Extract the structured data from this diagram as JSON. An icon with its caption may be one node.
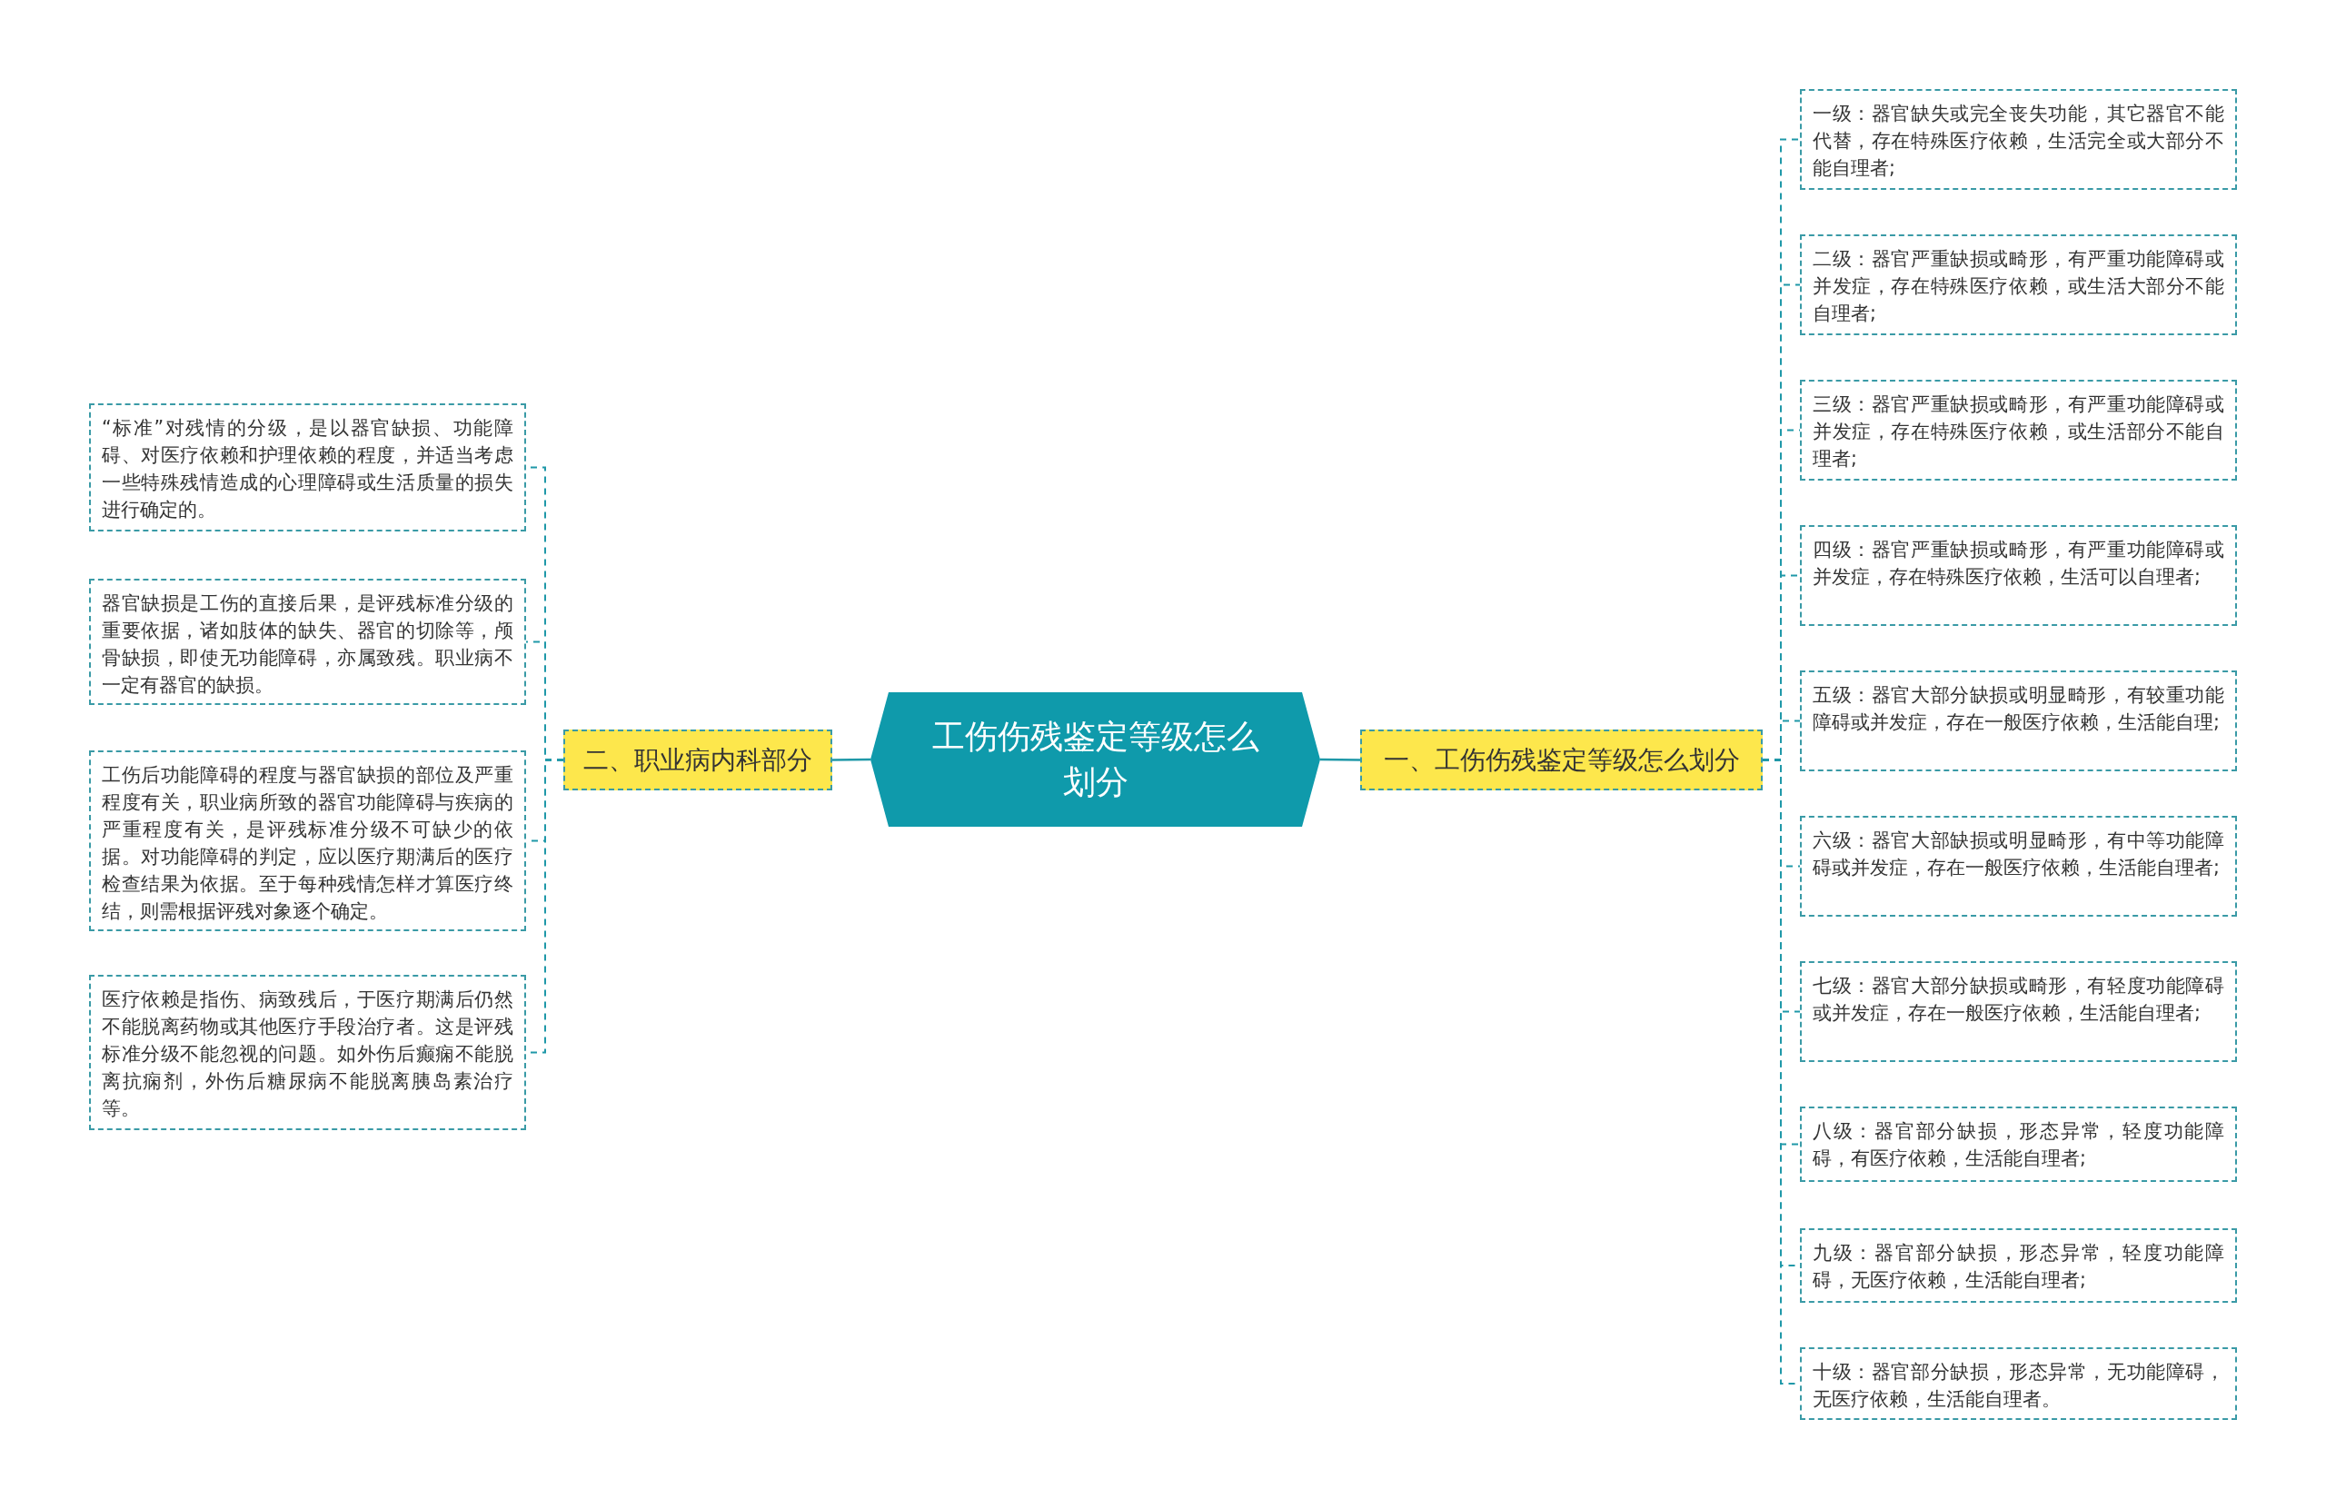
{
  "diagram": {
    "nodes": [
      {
        "text": [
          "工伤伤残鉴定等级怎么划分"
        ]
      },
      {
        "text": [
          "一、工伤伤残鉴定等级怎么划分"
        ]
      },
      {
        "text": [
          "一级：器官缺失或完全丧失功能，其它器官不能代替，存在特殊医疗依赖，生活完全或大部分不能自理者;"
        ]
      },
      {
        "text": [
          "二级：器官严重缺损或畸形，有严重功能障碍或并发症，存在特殊医疗依赖，或生活大部分不能自理者;"
        ]
      },
      {
        "text": [
          "三级：器官严重缺损或畸形，有严重功能障碍或并发症，存在特殊医疗依赖，或生活部分不能自理者;"
        ]
      },
      {
        "text": [
          "四级：器官严重缺损或畸形，有严重功能障碍或并发症，存在特殊医疗依赖，生活可以自理者;"
        ]
      },
      {
        "text": [
          "五级：器官大部分缺损或明显畸形，有较重功能障碍或并发症，存在一般医疗依赖，生活能自理;"
        ]
      },
      {
        "text": [
          "六级：器官大部缺损或明显畸形，有中等功能障碍或并发症，存在一般医疗依赖，生活能自理者;"
        ]
      },
      {
        "text": [
          "七级：器官大部分缺损或畸形，有轻度功能障碍或并发症，存在一般医疗依赖，生活能自理者;"
        ]
      },
      {
        "text": [
          "八级：器官部分缺损，形态异常，轻度功能障碍，有医疗依赖，生活能自理者;"
        ]
      },
      {
        "text": [
          "九级：器官部分缺损，形态异常，轻度功能障碍，无医疗依赖，生活能自理者;"
        ]
      },
      {
        "text": [
          "十级：器官部分缺损，形态异常，无功能障碍，无医疗依赖，生活能自理者。"
        ]
      },
      {
        "text": [
          "二、职业病内科部分"
        ]
      },
      {
        "text": [
          "“标准”对残情的分级，是以器官缺损、功能障碍、对医疗依赖和护理依赖的程度，并适当考虑一些特殊残情造成的心理障碍或生活质量的损失进行确定的。"
        ]
      },
      {
        "text": [
          "器官缺损是工伤的直接后果，是评残标准分级的重要依据，诸如肢体的缺失、器官的切除等，颅骨缺损，即使无功能障碍，亦属致残。职业病不一定有器官的缺损。"
        ]
      },
      {
        "text": [
          "工伤后功能障碍的程度与器官缺损的部位及严重程度有关，职业病所致的器官功能障碍与疾病的严重程度有关，是评残标准分级不可缺少的依据。对功能障碍的判定，应以医疗期满后的医疗检查结果为依据。至于每种残情怎样才算医疗终结，则需根据评残对象逐个确定。"
        ]
      },
      {
        "text": [
          "医疗依赖是指伤、病致残后，于医疗期满后仍然不能脱离药物或其他医疗手段治疗者。这是评残标准分级不能忽视的问题。如外伤后癫痫不能脱离抗痫剂，外伤后糖尿病不能脱离胰岛素治疗等。"
        ]
      }
    ],
    "edges": [
      {
        "from": 0,
        "to": 1,
        "arrow": "none"
      },
      {
        "from": 1,
        "to": 2,
        "arrow": "none",
        "style": "dashed"
      },
      {
        "from": 1,
        "to": 3,
        "arrow": "none",
        "style": "dashed"
      },
      {
        "from": 1,
        "to": 4,
        "arrow": "none",
        "style": "dashed"
      },
      {
        "from": 1,
        "to": 5,
        "arrow": "none",
        "style": "dashed"
      },
      {
        "from": 1,
        "to": 6,
        "arrow": "none",
        "style": "dashed"
      },
      {
        "from": 1,
        "to": 7,
        "arrow": "none",
        "style": "dashed"
      },
      {
        "from": 1,
        "to": 8,
        "arrow": "none",
        "style": "dashed"
      },
      {
        "from": 1,
        "to": 9,
        "arrow": "none",
        "style": "dashed"
      },
      {
        "from": 1,
        "to": 10,
        "arrow": "none",
        "style": "dashed"
      },
      {
        "from": 1,
        "to": 11,
        "arrow": "none",
        "style": "dashed"
      },
      {
        "from": 0,
        "to": 12,
        "arrow": "none"
      },
      {
        "from": 12,
        "to": 13,
        "arrow": "none",
        "style": "dashed"
      },
      {
        "from": 12,
        "to": 14,
        "arrow": "none",
        "style": "dashed"
      },
      {
        "from": 12,
        "to": 15,
        "arrow": "none",
        "style": "dashed"
      },
      {
        "from": 12,
        "to": 16,
        "arrow": "none",
        "style": "dashed"
      }
    ]
  }
}
